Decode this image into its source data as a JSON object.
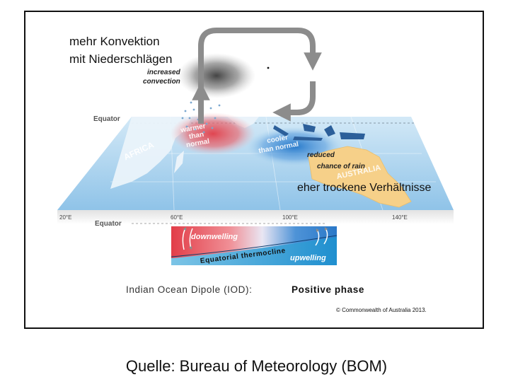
{
  "annotations": {
    "convection_de_line1": "mehr Konvektion",
    "convection_de_line2": "mit Niederschlägen",
    "convection_en_line1": "increased",
    "convection_en_line2": "convection",
    "dry_de": "eher trockene Verhältnisse",
    "rain_en_line1": "reduced",
    "rain_en_line2": "chance of rain",
    "warm_line1": "warmer",
    "warm_line2": "than",
    "warm_line3": "normal",
    "cool_line1": "cooler",
    "cool_line2": "than normal"
  },
  "map": {
    "equator_top": "Equator",
    "equator_bottom": "Equator",
    "continent_africa": "AFRICA",
    "continent_australia": "AUSTRALIA",
    "longitudes": [
      "20°E",
      "60°E",
      "100°E",
      "140°E"
    ]
  },
  "cross_section": {
    "downwelling": "downwelling",
    "upwelling": "upwelling",
    "thermocline": "Equatorial thermocline"
  },
  "title": {
    "prefix": "Indian Ocean Dipole (IOD):",
    "phase": "Positive phase"
  },
  "copyright": "© Commonwealth of Australia 2013.",
  "caption": "Quelle: Bureau of Meteorology (BOM)",
  "colors": {
    "ocean": "#a9d3ef",
    "warm_anomaly": "#e23d48",
    "cool_anomaly": "#1d73c8",
    "land_australia": "#f6d089",
    "circulation_arrow": "#8c8c8c"
  }
}
